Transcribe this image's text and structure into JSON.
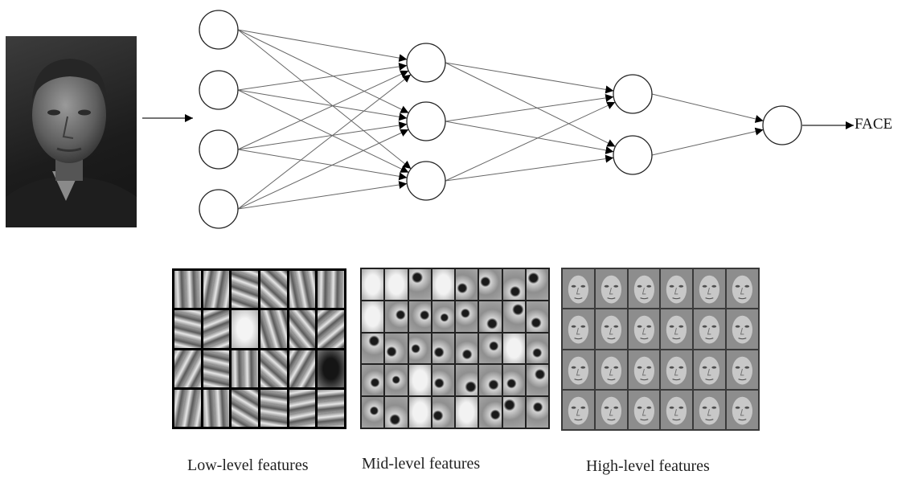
{
  "network": {
    "layers": [
      4,
      3,
      2,
      1
    ],
    "output_label": "FACE"
  },
  "input_image": {
    "subject": "portrait photograph of a man"
  },
  "feature_panels": [
    {
      "key": "low",
      "label": "Low-level features",
      "rows": 4,
      "cols": 6
    },
    {
      "key": "mid",
      "label": "Mid-level features",
      "rows": 5,
      "cols": 8
    },
    {
      "key": "high",
      "label": "High-level features",
      "rows": 4,
      "cols": 6
    }
  ],
  "colors": {
    "line": "#666666",
    "arrow": "#000000",
    "node_stroke": "#222222"
  }
}
